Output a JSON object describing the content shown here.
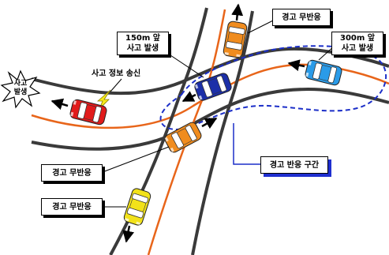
{
  "labels": {
    "no_response_top": "경고 무반응",
    "no_response_bottom_1": "경고 무반응",
    "no_response_bottom_2": "경고 무반응",
    "alert_150m_line1": "150m 앞",
    "alert_150m_line2": "사고 발생",
    "alert_300m_line1": "300m 앞",
    "alert_300m_line2": "사고 발생",
    "info_send": "사고 정보 송신",
    "accident_line1": "사고",
    "accident_line2": "발생",
    "warning_zone": "경고 반응 구간"
  },
  "colors": {
    "road_edge": "#3a3a3a",
    "lane_line": "#e8651a",
    "zone_outline": "#1c2fc8",
    "label_shadow_blue": "#1f2fd0",
    "car_accident": "#e11b1b",
    "car_orange": "#f08c1e",
    "car_navy": "#1c2fa8",
    "car_sky": "#2a9be8",
    "car_yellow": "#f2e21a",
    "lightning": "#f6ea1a"
  },
  "icons": {
    "accident_burst": "explosion-burst-icon",
    "signal": "lightning-bolt-icon"
  }
}
